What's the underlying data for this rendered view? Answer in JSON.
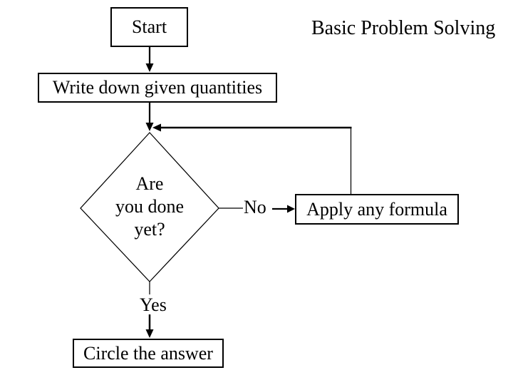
{
  "title": "Basic Problem Solving",
  "colors": {
    "ink": "#000000",
    "background": "#ffffff"
  },
  "nodes": {
    "start": {
      "label": "Start"
    },
    "write_down": {
      "label": "Write down given quantities"
    },
    "decision": {
      "lines": [
        "Are",
        "you done",
        "yet?"
      ]
    },
    "apply_formula": {
      "label": "Apply any formula"
    },
    "circle_answer": {
      "label": "Circle the answer"
    }
  },
  "edge_labels": {
    "no": "No",
    "yes": "Yes"
  }
}
